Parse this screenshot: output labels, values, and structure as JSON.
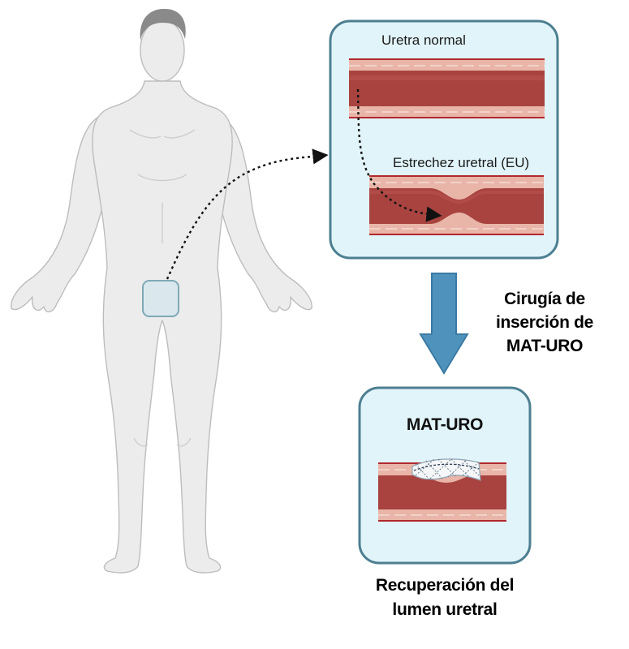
{
  "panels": {
    "top": {
      "normal_label": "Uretra normal",
      "stricture_label": "Estrechez uretral (EU)"
    },
    "bottom": {
      "title": "MAT-URO"
    }
  },
  "process": {
    "step_label_lines": [
      "Cirugía de",
      "inserción de",
      "MAT-URO"
    ],
    "result_label_lines": [
      "Recuperación del",
      "lumen uretral"
    ]
  },
  "colors": {
    "panel_fill": "#e1f4f9",
    "panel_border": "#4d7f91",
    "arrow_fill": "#4f93bd",
    "arrow_stroke": "#3a7aa3",
    "urethra_muscle": "#a8433f",
    "urethra_wall": "#e9b5a8",
    "urethra_outline": "#b2282d",
    "body_fill": "#ececec",
    "body_outline": "#bdbdbd",
    "hair": "#8a8a8a",
    "highlight_box": "#7fa9b7"
  }
}
